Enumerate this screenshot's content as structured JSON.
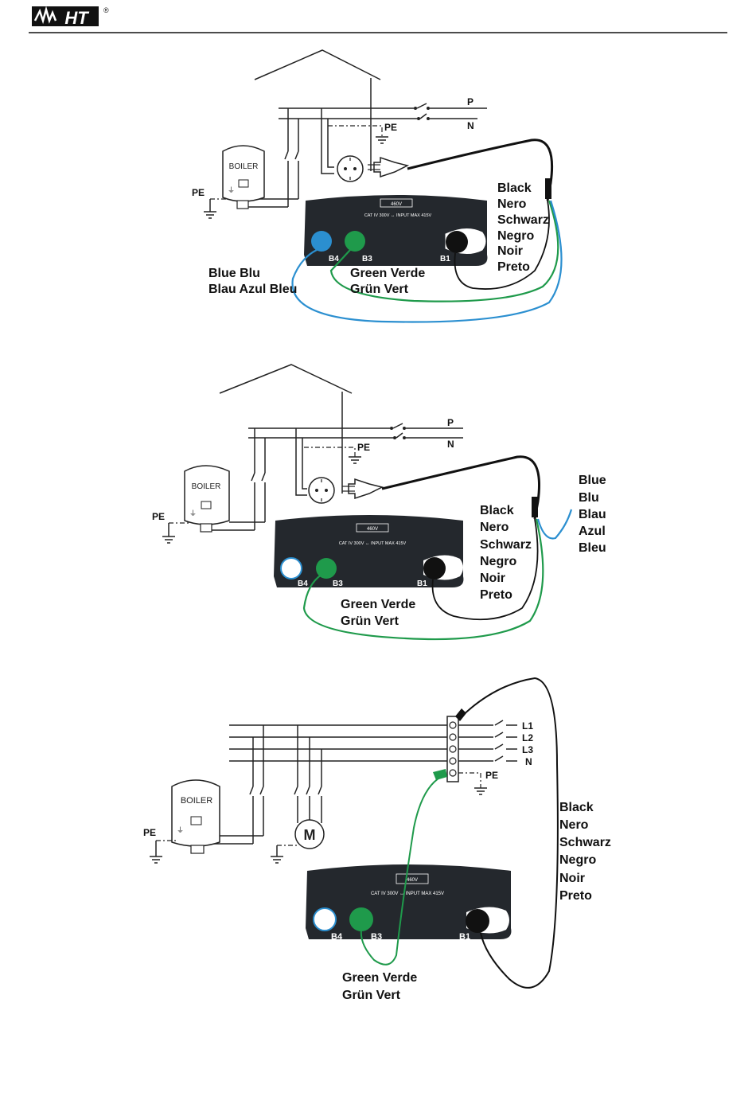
{
  "header": {
    "logo_text": "HT",
    "logo_mark": "®"
  },
  "labels": {
    "P": "P",
    "N": "N",
    "PE": "PE",
    "boiler": "BOILER",
    "b1": "B1",
    "b3": "B3",
    "b4": "B4",
    "l1": "L1",
    "l2": "L2",
    "l3": "L3",
    "motor": "M",
    "cat_rating": "CAT IV 300V ↔ INPUT MAX 415V",
    "panel_mark": "460V"
  },
  "cable_labels": {
    "black": [
      "Black",
      "Nero",
      "Schwarz",
      "Negro",
      "Noir",
      "Preto"
    ],
    "green": [
      "Green Verde",
      "Grün Vert"
    ],
    "blue_inline": [
      "Blue Blu",
      "Blau Azul Bleu"
    ],
    "blue_stacked": [
      "Blue",
      "Blu",
      "Blau",
      "Azul",
      "Bleu"
    ]
  },
  "colors": {
    "instrument": "#24282d",
    "blue_cable": "#2b8fd0",
    "green_cable": "#1f9a4b",
    "black_cable": "#111111"
  }
}
